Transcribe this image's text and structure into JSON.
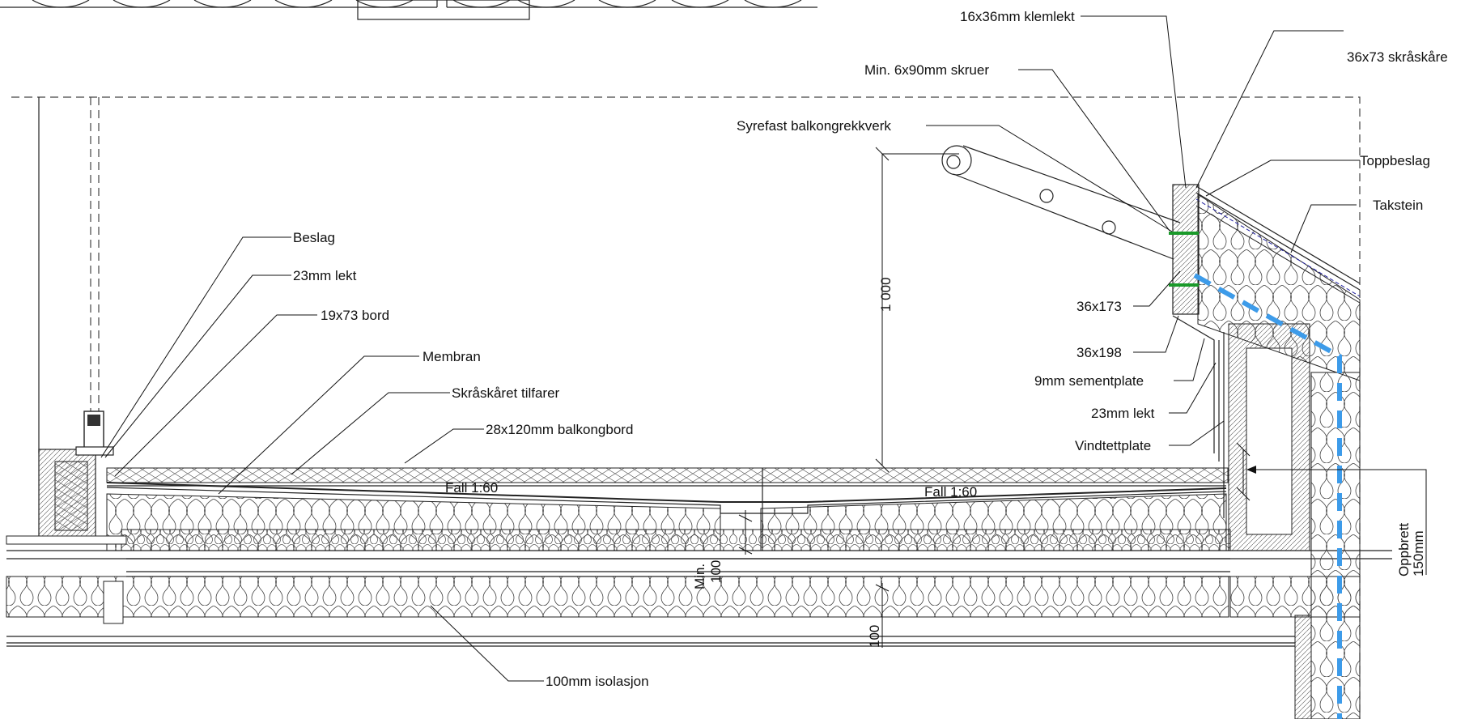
{
  "labels": {
    "klemlekt": "16x36mm klemlekt",
    "skraskare": "36x73 skråskåre",
    "skruer": "Min. 6x90mm skruer",
    "rekkverk": "Syrefast balkongrekkverk",
    "toppbeslag": "Toppbeslag",
    "takstein": "Takstein",
    "beslag": "Beslag",
    "lekt23_left": "23mm lekt",
    "bord": "19x73 bord",
    "membran": "Membran",
    "tilfarer": "Skråskåret tilfarer",
    "balkongbord": "28x120mm balkongbord",
    "dim_1000": "1 000",
    "b36x173": "36x173",
    "b36x198": "36x198",
    "sementplate": "9mm sementplate",
    "lekt23_right": "23mm lekt",
    "vindtettplate": "Vindtettplate",
    "fall_left": "Fall 1:60",
    "fall_right": "Fall 1:60",
    "oppbrett_1": "Oppbrett",
    "oppbrett_2": "150mm",
    "min_1": "Min.",
    "min_2": "100",
    "dim_100": "100",
    "isolasjon": "100mm isolasjon"
  },
  "colors": {
    "line": "#222222",
    "membrane_highlight": "#1a9a2a",
    "wind_barrier_dashed": "#3d9be9",
    "roof_underlay": "#2020a0"
  }
}
